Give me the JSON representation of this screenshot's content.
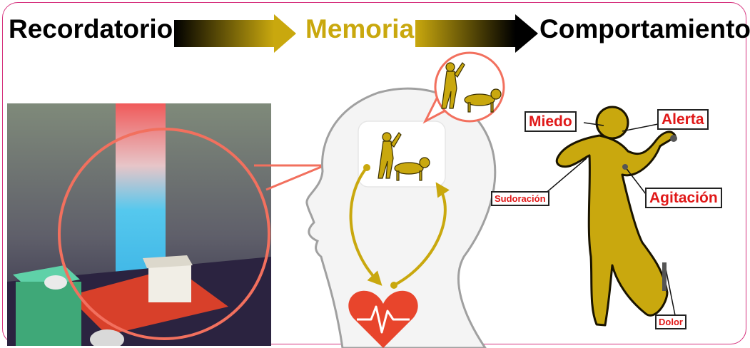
{
  "headings": {
    "reminder": "Recordatorio",
    "memory": "Memoria",
    "behavior": "Comportamiento"
  },
  "behavior_labels": {
    "fear": "Miedo",
    "alert": "Alerta",
    "sweating": "Sudoración",
    "agitation": "Agitación",
    "pain": "Dolor"
  },
  "colors": {
    "gold": "#c9a80e",
    "label_red": "#e01818",
    "frame_magenta": "#d6337e",
    "heart_red": "#e8452c"
  }
}
